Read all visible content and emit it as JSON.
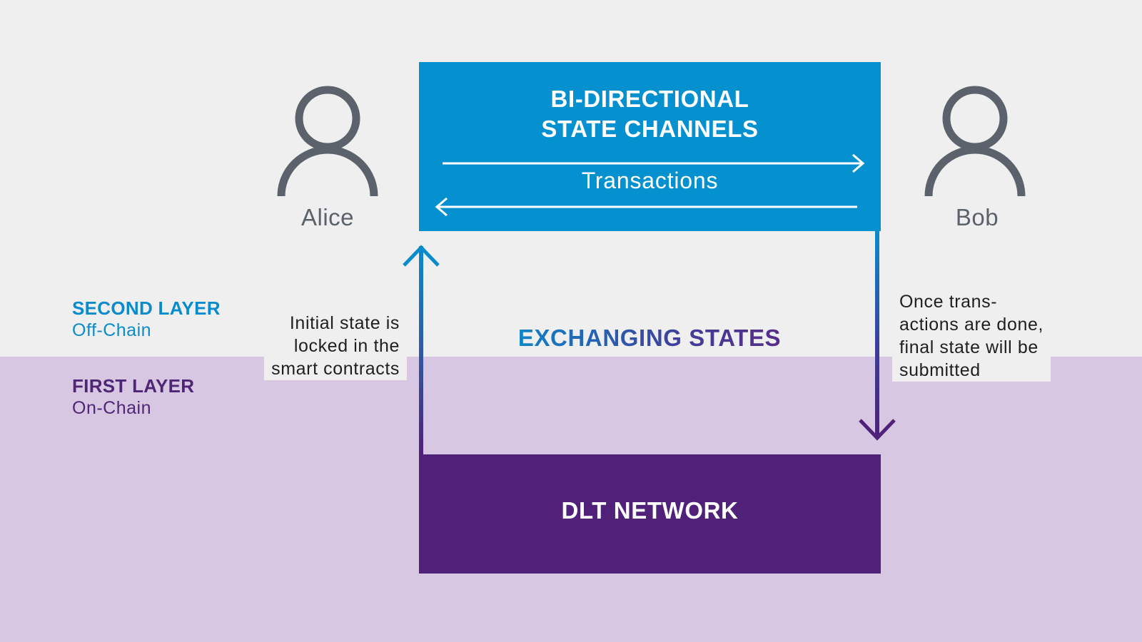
{
  "layers": {
    "second": {
      "title": "SECOND LAYER",
      "subtitle": "Off-Chain"
    },
    "first": {
      "title": "FIRST LAYER",
      "subtitle": "On-Chain"
    }
  },
  "channel": {
    "title_line1": "BI-DIRECTIONAL",
    "title_line2": "STATE CHANNELS",
    "transactions_label": "Transactions"
  },
  "participants": {
    "left": "Alice",
    "right": "Bob"
  },
  "center_label": "EXCHANGING STATES",
  "notes": {
    "left": [
      "Initial state is",
      "locked in the",
      "smart contracts"
    ],
    "right": [
      "Once trans-",
      "actions are done,",
      "final state will be",
      "submitted"
    ]
  },
  "network": {
    "label": "DLT NETWORK"
  },
  "colors": {
    "channel_blue": "#0590d0",
    "network_purple": "#4f2178",
    "off_chain_bg": "#efefef",
    "on_chain_bg": "#d7c7e2",
    "person_gray": "#5b626b"
  },
  "icons": [
    "person-icon",
    "arrow-right-icon",
    "arrow-left-icon",
    "arrow-up-icon",
    "arrow-down-icon"
  ]
}
